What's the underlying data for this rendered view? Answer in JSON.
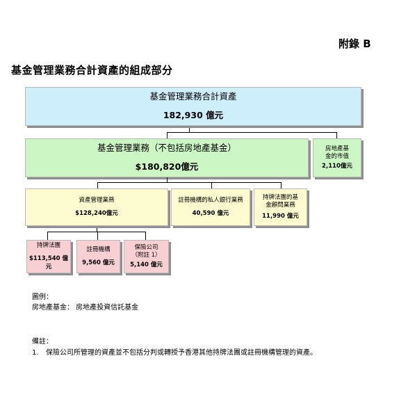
{
  "header": {
    "appendix": "附錄 B",
    "title": "基金管理業務合計資產的組成部分"
  },
  "diagram": {
    "total": {
      "label": "基金管理業務合計資產",
      "value": "182,930 億元"
    },
    "fund_mgmt": {
      "label": "基金管理業務（不包括房地產基金）",
      "value": "$180,820億元"
    },
    "reit": {
      "label": "房地產基金的市值",
      "value": "2,110億元"
    },
    "asset_mgmt": {
      "label": "資產管理業務",
      "value": "$128,240億元"
    },
    "private_banking": {
      "label": "註冊機構的私人銀行業務",
      "value": "40,590 億元"
    },
    "advisory": {
      "label": "持牌法團的基金顧問業務",
      "value": "11,990 億元"
    },
    "licensed": {
      "label": "持牌法團",
      "value": "$113,540 億元"
    },
    "registered": {
      "label": "註冊機構",
      "value": "9,560 億元"
    },
    "insurance": {
      "label": "保險公司",
      "sublabel": "（附註 1）",
      "value": "5,140 億元"
    }
  },
  "legend": {
    "heading": "圖例：",
    "item": "房地產基金：  房地產投資信託基金"
  },
  "notes": {
    "heading": "備註：",
    "items": [
      {
        "num": "1.",
        "text": "保險公司所管理的資產並不包括分判或轉授予香港其他持牌法團或註冊機構管理的資產。"
      }
    ]
  }
}
